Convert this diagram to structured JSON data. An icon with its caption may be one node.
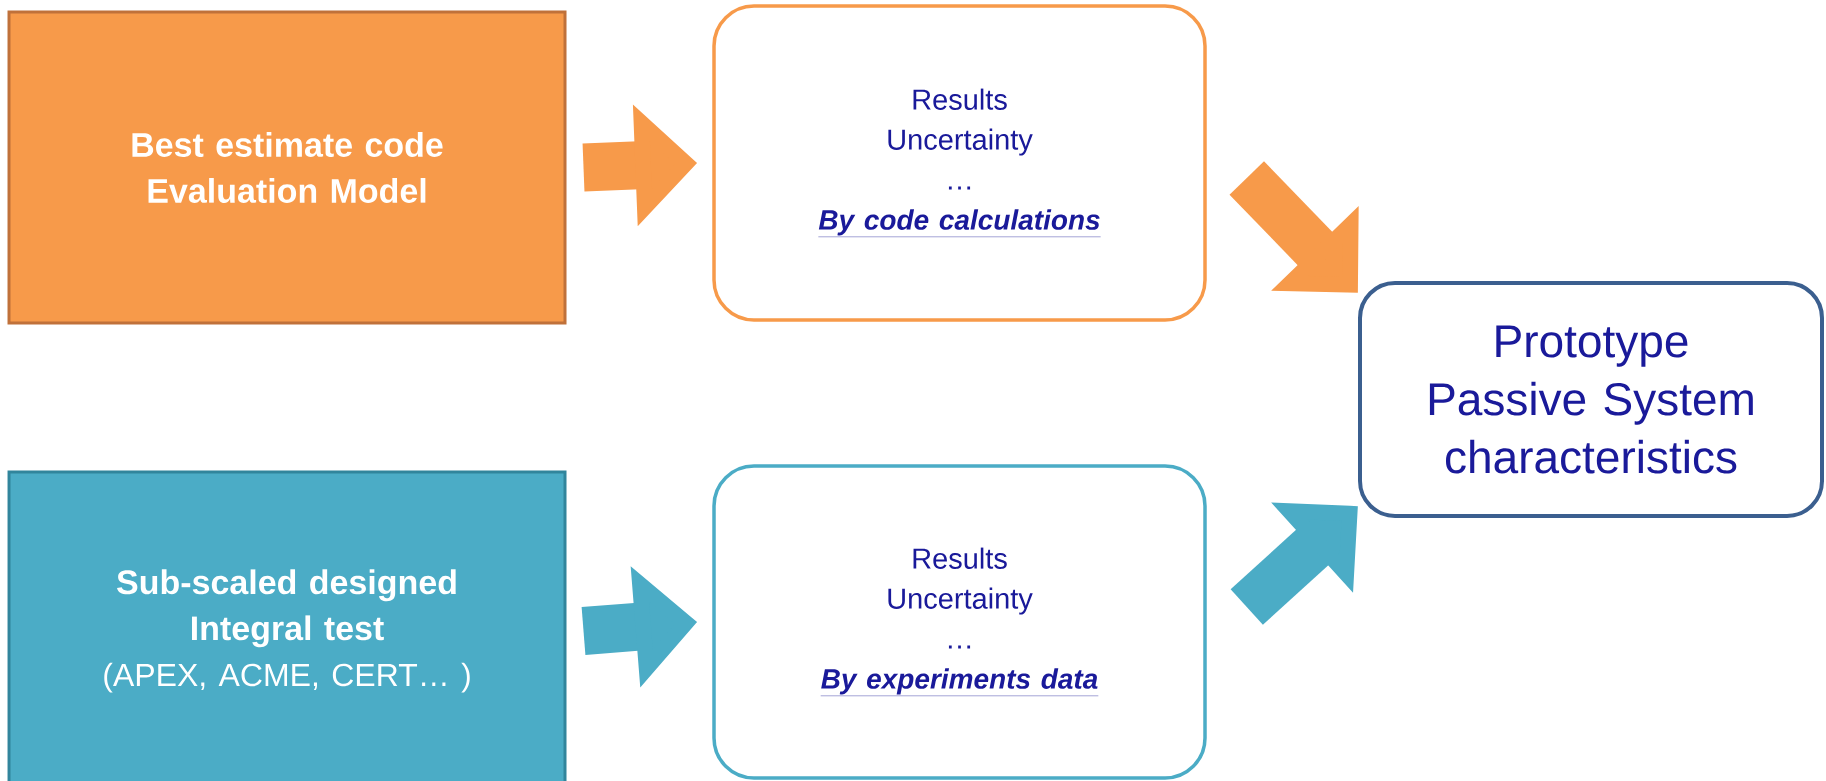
{
  "diagram": {
    "nodes": [
      {
        "text": [
          "Best estimate code Evaluation Model"
        ]
      },
      {
        "text": [
          "Results",
          "Uncertainty",
          "…",
          "By code calculations"
        ]
      },
      {
        "text": [
          "Sub-scaled designed Integral test",
          "(APEX, ACME, CERT… )"
        ]
      },
      {
        "text": [
          "Results",
          "Uncertainty",
          "…",
          "By experiments data"
        ]
      },
      {
        "text": [
          "Prototype Passive System characteristics"
        ]
      }
    ],
    "edges": [
      {
        "from": 0,
        "to": 1,
        "arrow": "to",
        "color": "#f79a4a"
      },
      {
        "from": 1,
        "to": 4,
        "arrow": "to",
        "color": "#f79a4a"
      },
      {
        "from": 2,
        "to": 3,
        "arrow": "to",
        "color": "#4bacc6"
      },
      {
        "from": 3,
        "to": 4,
        "arrow": "to",
        "color": "#4bacc6"
      }
    ]
  }
}
